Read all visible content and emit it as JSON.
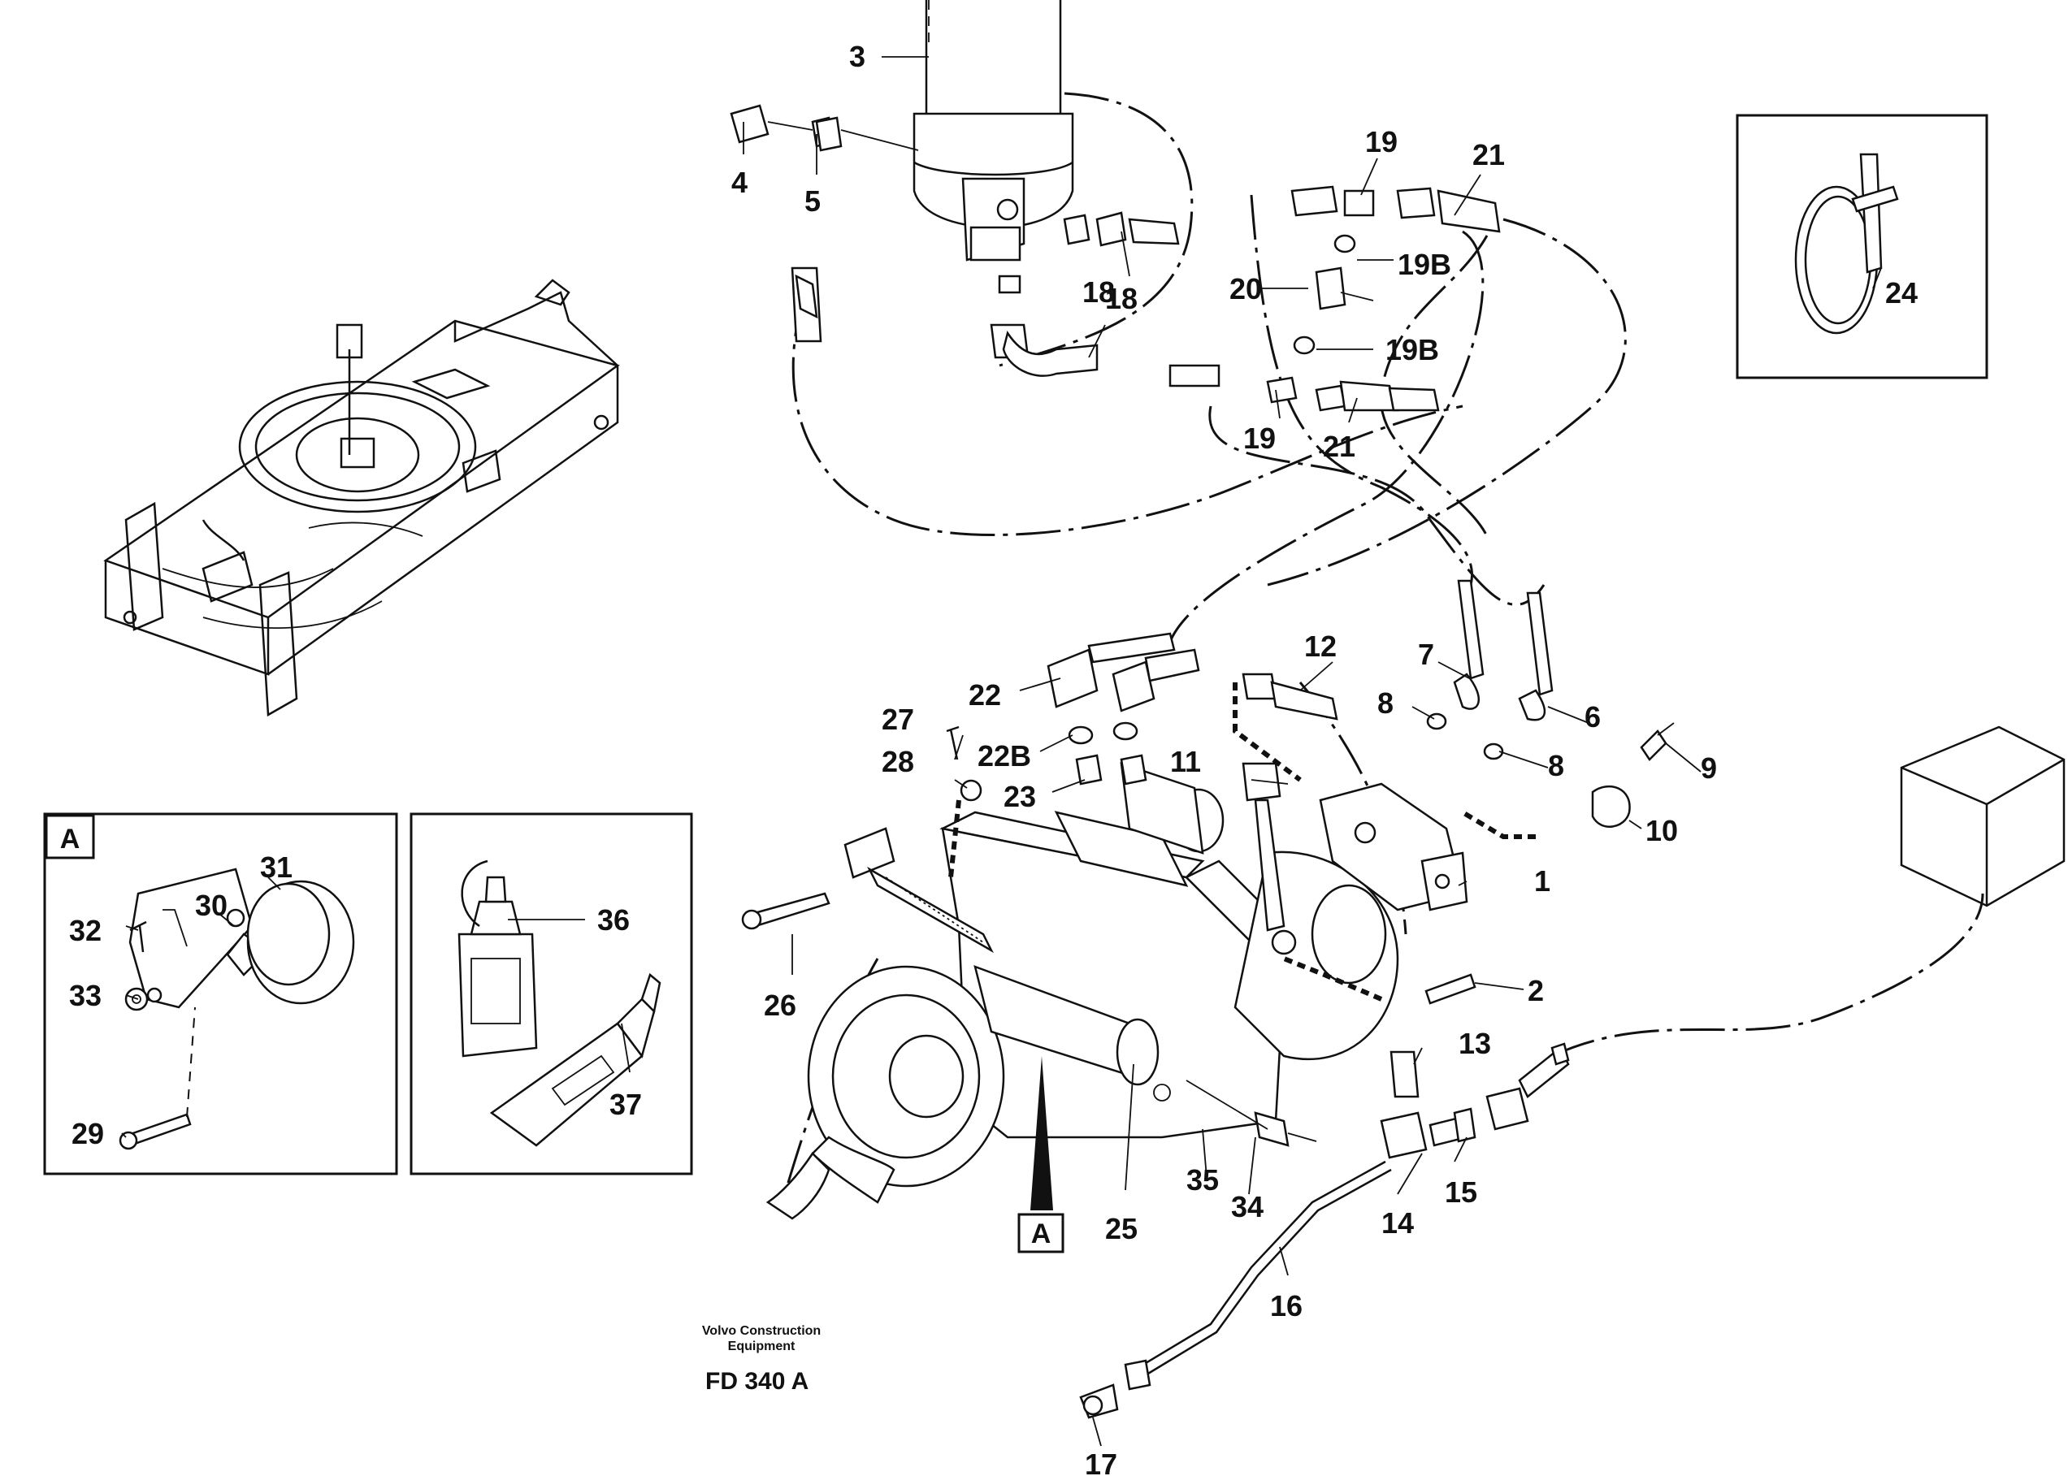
{
  "diagram": {
    "footer": {
      "company_line1": "Volvo Construction",
      "company_line2": "Equipment",
      "drawing_code": "FD 340 A"
    },
    "view_marker": "A",
    "labels": {
      "l1": "1",
      "l2": "2",
      "l3": "3",
      "l4": "4",
      "l5": "5",
      "l6": "6",
      "l7": "7",
      "l8a": "8",
      "l8b": "8",
      "l9": "9",
      "l10": "10",
      "l11": "11",
      "l12": "12",
      "l13": "13",
      "l14": "14",
      "l15": "15",
      "l16": "16",
      "l17": "17",
      "l18a": "18",
      "l18b": "18",
      "l19a": "19",
      "l19b": "19",
      "l19Ba": "19B",
      "l19Bb": "19B",
      "l20": "20",
      "l21a": "21",
      "l21b": "21",
      "l22": "22",
      "l22B": "22B",
      "l23": "23",
      "l24": "24",
      "l25": "25",
      "l26": "26",
      "l27": "27",
      "l28": "28",
      "l29": "29",
      "l30": "30",
      "l31": "31",
      "l32": "32",
      "l33": "33",
      "l34": "34",
      "l35": "35",
      "l36": "36",
      "l37": "37"
    }
  }
}
